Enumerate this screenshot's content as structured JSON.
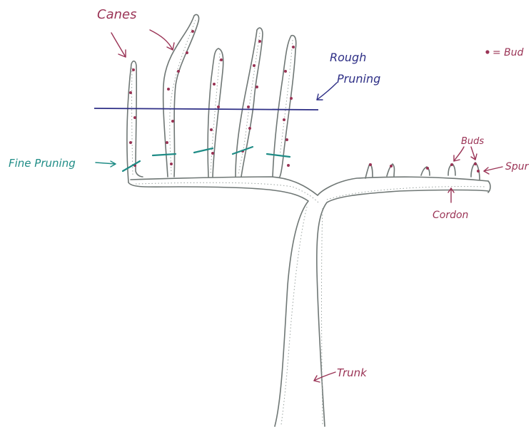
{
  "labels": {
    "canes": "Canes",
    "rough_pruning_line1": "Rough",
    "rough_pruning_line2": "Pruning",
    "fine_pruning": "Fine Pruning",
    "buds": "Buds",
    "spur": "Spur",
    "cordon": "Cordon",
    "trunk": "Trunk",
    "legend_bud": "= Bud"
  },
  "colors": {
    "outline": "#6f7775",
    "stipple": "#9aa3a0",
    "bud": "#9a3355",
    "canes_text": "#9a3355",
    "rough_pruning": "#2e2f86",
    "fine_pruning": "#1f8c86",
    "label_text": "#9a3355"
  }
}
